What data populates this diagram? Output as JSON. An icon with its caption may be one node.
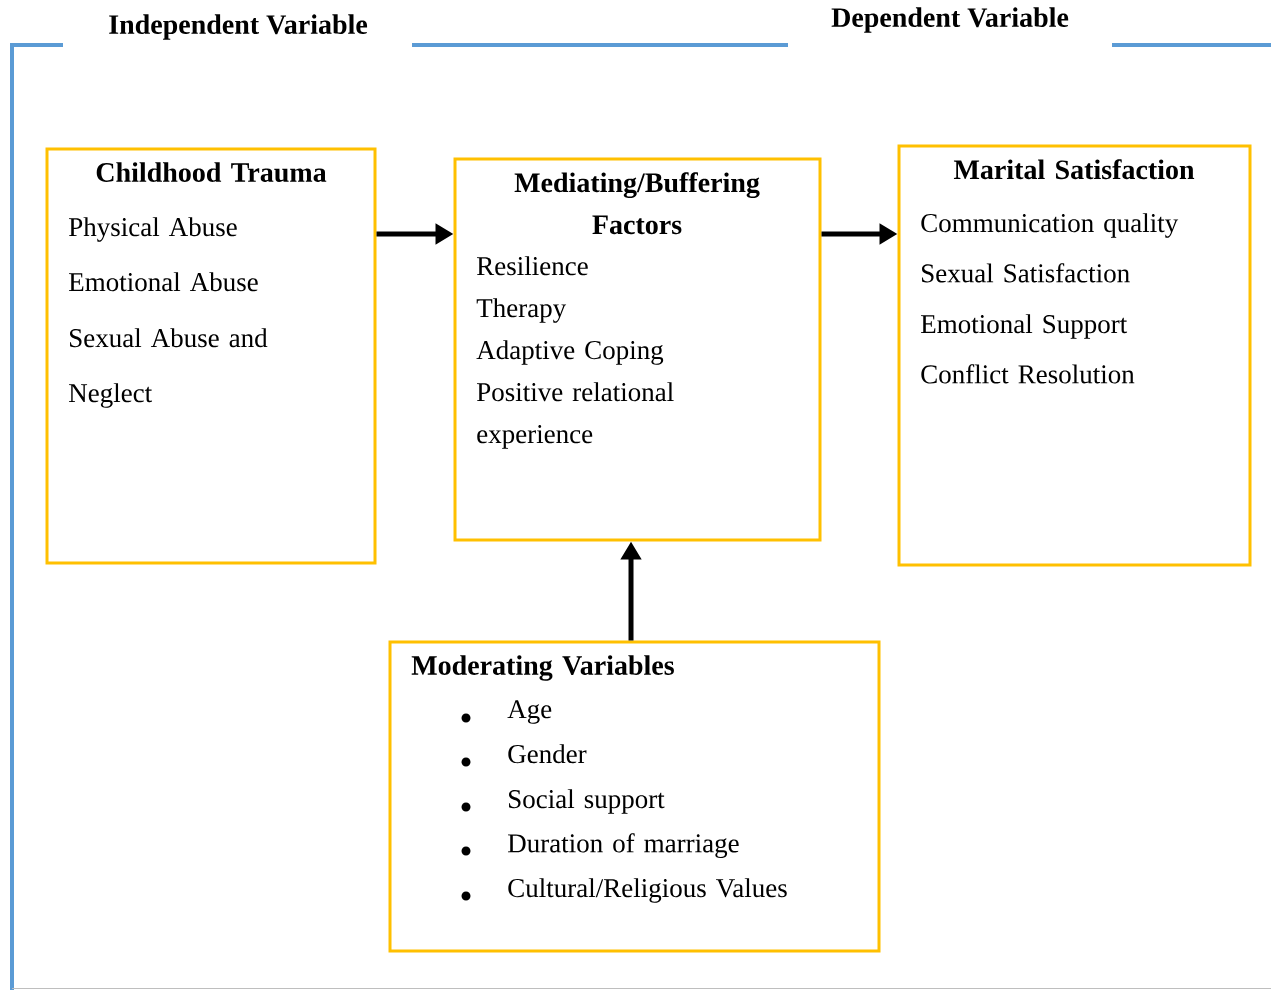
{
  "diagram": {
    "nodes": [
      {
        "text": [
          "Childhood Trauma",
          "Physical Abuse",
          "Emotional Abuse",
          "Sexual Abuse and Neglect"
        ]
      },
      {
        "text": [
          "Mediating/Buffering Factors",
          "Resilience",
          "Therapy",
          "Adaptive Coping",
          "Positive relational experience"
        ]
      },
      {
        "text": [
          "Marital Satisfaction",
          "Communication quality",
          "Sexual Satisfaction",
          "Emotional Support",
          "Conflict Resolution"
        ]
      },
      {
        "text": [
          "Moderating Variables",
          "Age",
          "Gender",
          "Social support",
          "Duration of marriage",
          "Cultural/Religious Values"
        ]
      }
    ],
    "edges": [
      {
        "from": 0,
        "to": 1,
        "arrow": "to"
      },
      {
        "from": 1,
        "to": 2,
        "arrow": "to"
      },
      {
        "from": 3,
        "to": 1,
        "arrow": "to"
      }
    ],
    "labels": [
      "Independent Variable",
      "Dependent Variable"
    ]
  }
}
